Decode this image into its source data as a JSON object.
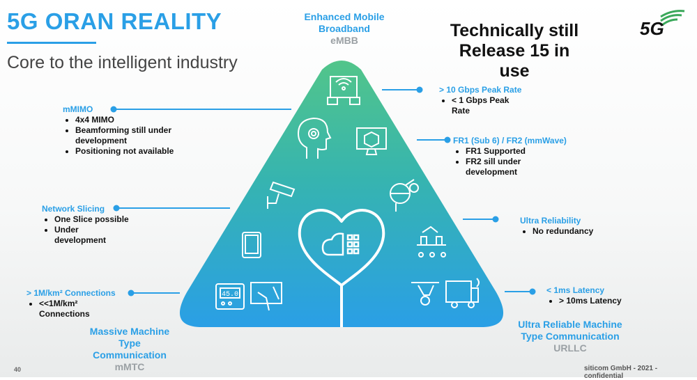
{
  "slide": {
    "title": "5G ORAN REALITY",
    "subtitle": "Core to the intelligent industry",
    "highlight": [
      "Technically still",
      "Release 15 in",
      "use"
    ],
    "logo_text": "5G",
    "page_number": "40",
    "footer": "siticom GmbH - 2021 - confidential"
  },
  "corners": {
    "top": {
      "name_lines": [
        "Enhanced Mobile",
        "Broadband"
      ],
      "abbr": "eMBB"
    },
    "bottom_left": {
      "name_lines": [
        "Massive Machine",
        "Type",
        "Communication"
      ],
      "abbr": "mMTC"
    },
    "bottom_right": {
      "name_lines": [
        "Ultra Reliable Machine",
        "Type Communication"
      ],
      "abbr": "URLLC"
    }
  },
  "features": {
    "mmimo": {
      "title": "mMIMO",
      "bullets": [
        "4x4 MIMO",
        "Beamforming still under development",
        "Positioning not available"
      ]
    },
    "network_slicing": {
      "title": "Network Slicing",
      "bullets": [
        "One Slice possible",
        "Under development"
      ]
    },
    "connections": {
      "title": "> 1M/km² Connections",
      "bullets": [
        "<<1M/km² Connections"
      ]
    },
    "peak_rate": {
      "title": "> 10 Gbps Peak Rate",
      "bullets": [
        "< 1 Gbps Peak Rate"
      ]
    },
    "fr": {
      "title": "FR1 (Sub 6) / FR2 (mmWave)",
      "bullets": [
        "FR1 Supported",
        "FR2 sill under development"
      ]
    },
    "reliability": {
      "title": "Ultra Reliability",
      "bullets": [
        "No redundancy"
      ]
    },
    "latency": {
      "title": "< 1ms Latency",
      "bullets": [
        "> 10ms Latency"
      ]
    }
  },
  "meter_reading": "45.0",
  "colors": {
    "accent": "#2a9fe6",
    "triangle_top": "#4cc28c",
    "triangle_bottom": "#2a9fe6"
  }
}
